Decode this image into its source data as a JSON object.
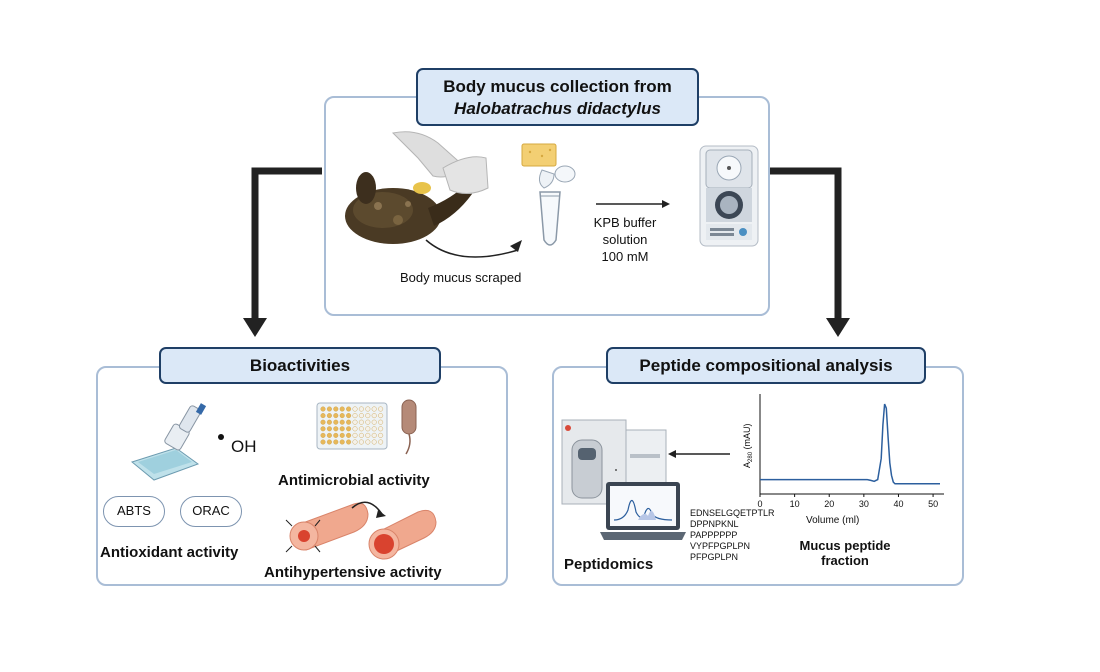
{
  "top": {
    "title_line1": "Body mucus collection from",
    "title_line2": "Halobatrachus didactylus",
    "scrape_label": "Body mucus scraped",
    "buffer_line1": "KPB buffer solution",
    "buffer_line2": "100 mM"
  },
  "bioactivities": {
    "title": "Bioactivities",
    "oh_label": "OH",
    "abts_label": "ABTS",
    "orac_label": "ORAC",
    "antioxidant_label": "Antioxidant activity",
    "antimicrobial_label": "Antimicrobial activity",
    "antihypertensive_label": "Antihypertensive activity"
  },
  "peptide": {
    "title": "Peptide compositional analysis",
    "peptidomics_label": "Peptidomics",
    "fraction_line1": "Mucus peptide",
    "fraction_line2": "fraction",
    "sequences": [
      "EDNSELGQETPTLR",
      "DPPNPKNL",
      "PAPPPPPP",
      "VYPFPGPLPN",
      "PFPGPLPN"
    ]
  },
  "chart_data": {
    "type": "line",
    "xlabel": "Volume (ml)",
    "ylabel": "A280 (mAU)",
    "ylabel_main": "A",
    "ylabel_sub": "280",
    "ylabel_unit": " (mAU)",
    "xlim": [
      0,
      52
    ],
    "xticks": [
      "0",
      "10",
      "20",
      "30",
      "40",
      "50"
    ],
    "xtick_values": [
      0,
      10,
      20,
      30,
      40,
      50
    ],
    "series": [
      {
        "color": "#2c5f9e",
        "x": [
          0,
          5,
          10,
          15,
          20,
          25,
          28,
          30,
          31,
          32,
          33,
          34,
          35,
          35.5,
          36,
          36.5,
          37,
          37.5,
          38,
          38.5,
          39,
          40,
          42,
          45,
          50,
          52
        ],
        "y": [
          0.1,
          0.1,
          0.1,
          0.1,
          0.1,
          0.1,
          0.1,
          0.1,
          0.1,
          0.09,
          0.08,
          0.1,
          0.35,
          0.75,
          1.0,
          0.95,
          0.6,
          0.3,
          0.15,
          0.07,
          0.05,
          0.05,
          0.05,
          0.05,
          0.05,
          0.05
        ]
      }
    ]
  }
}
